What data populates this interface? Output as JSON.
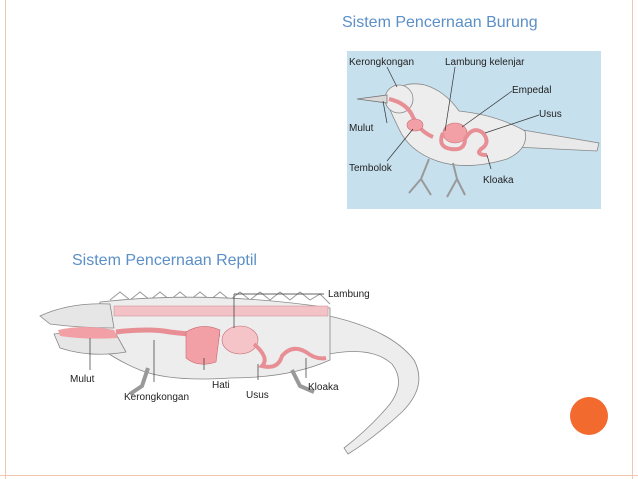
{
  "slide": {
    "bird_title": "Sistem Pencernaan Burung",
    "reptile_title": "Sistem Pencernaan Reptil"
  },
  "bird_labels": {
    "kerongkongan": "Kerongkongan",
    "lambung_kelenjar": "Lambung kelenjar",
    "empedal": "Empedal",
    "usus": "Usus",
    "mulut": "Mulut",
    "tembolok": "Tembolok",
    "kloaka": "Kloaka"
  },
  "reptile_labels": {
    "lambung": "Lambung",
    "mulut": "Mulut",
    "hati": "Hati",
    "usus": "Usus",
    "kloaka": "Kloaka",
    "kerongkongan": "Kerongkongan"
  },
  "colors": {
    "title": "#5b8fc7",
    "panel_bg": "#c7e0ee",
    "organ": "#f2a0a6",
    "accent": "#f26a2e"
  }
}
